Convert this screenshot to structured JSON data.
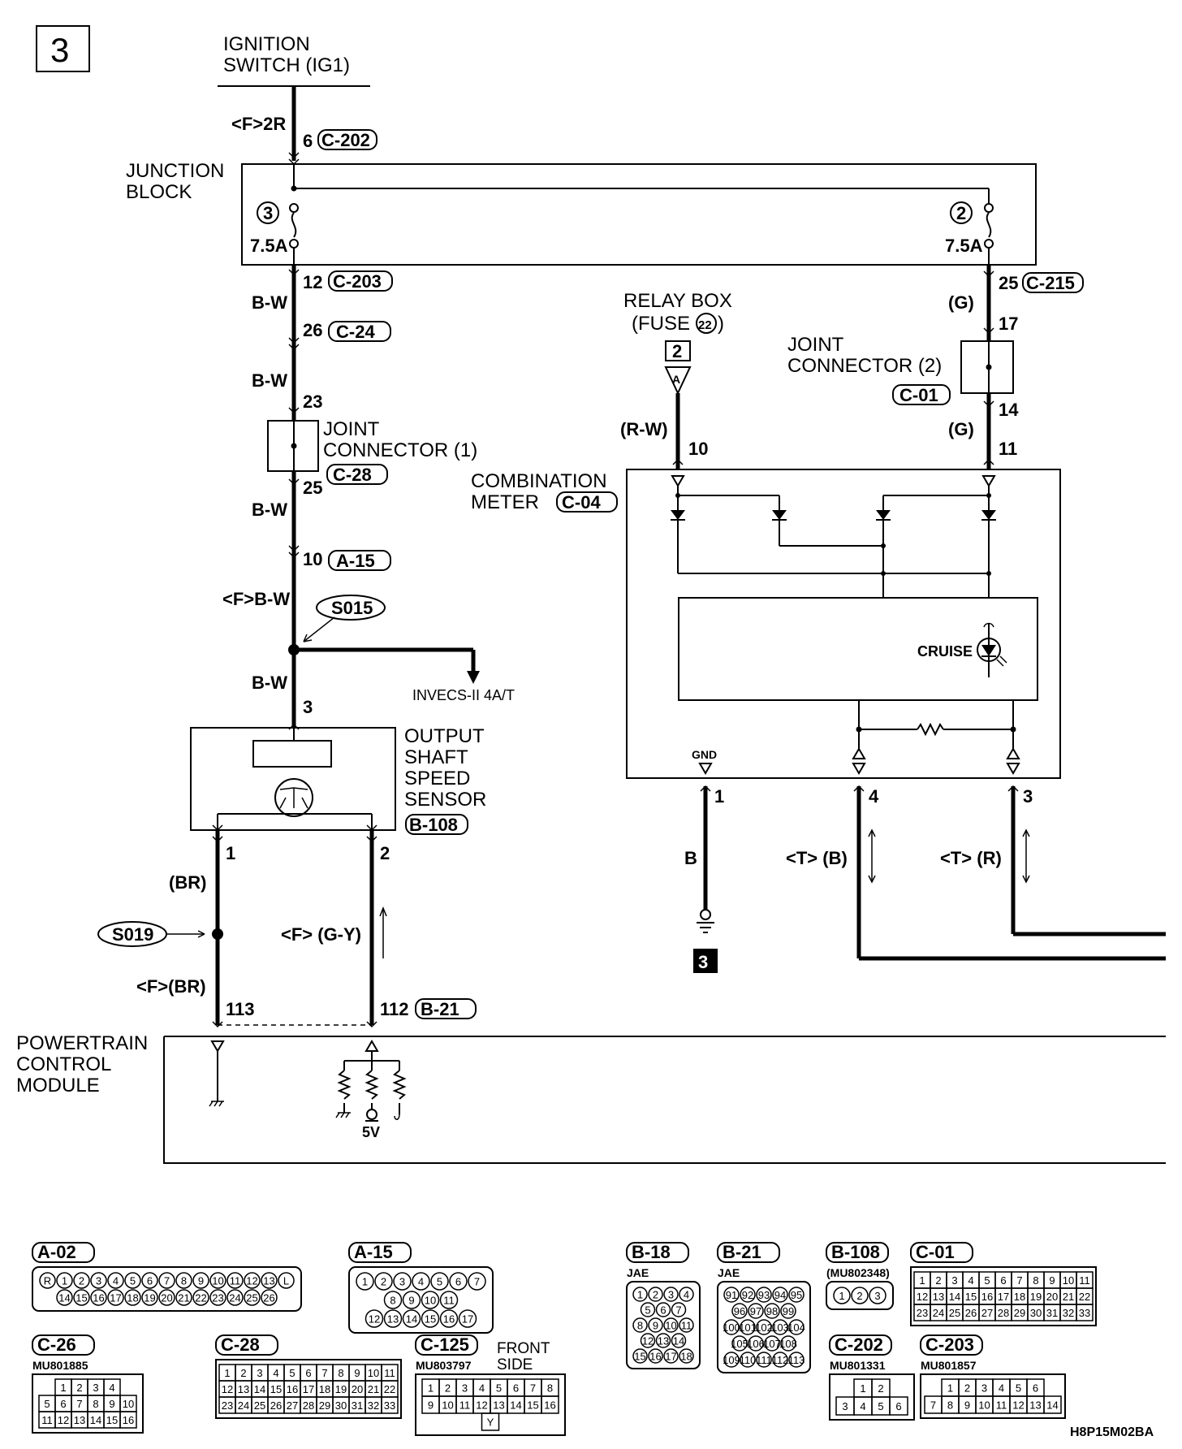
{
  "page": {
    "number": "3",
    "figure_id": "H8P15M02BA"
  },
  "ignition": {
    "line1": "IGNITION",
    "line2": "SWITCH (IG1)"
  },
  "junction_block": {
    "line1": "JUNCTION",
    "line2": "BLOCK",
    "in_wire": "<F>2R",
    "in_pin": "6",
    "in_conn": "C-202",
    "fuse_left_num": "3",
    "fuse_left_rating": "7.5A",
    "fuse_right_num": "2",
    "fuse_right_rating": "7.5A",
    "out_left_pin": "12",
    "out_left_conn": "C-203",
    "out_right_pin": "25",
    "out_right_conn": "C-215"
  },
  "left_circuit": {
    "wire_bw_1": "B-W",
    "c24_pin": "26",
    "c24_conn": "C-24",
    "wire_bw_2": "B-W",
    "jc1_in_pin": "23",
    "jc1_line1": "JOINT",
    "jc1_line2": "CONNECTOR (1)",
    "jc1_conn": "C-28",
    "jc1_out_pin": "25",
    "wire_bw_3": "B-W",
    "a15_pin": "10",
    "a15_conn": "A-15",
    "wire_fbw": "<F>B-W",
    "splice": "S015",
    "branch_label": "INVECS-II 4A/T",
    "wire_bw_4": "B-W",
    "sensor_pin": "3"
  },
  "sensor": {
    "line1": "OUTPUT",
    "line2": "SHAFT",
    "line3": "SPEED",
    "line4": "SENSOR",
    "conn": "B-108",
    "pin1": "1",
    "pin2": "2"
  },
  "sensor_outputs": {
    "wire_br": "(BR)",
    "splice": "S019",
    "wire_fbr": "<F>(BR)",
    "wire_fgy": "<F> (G-Y)",
    "pcm_pin_a": "113",
    "pcm_pin_b": "112",
    "pcm_conn": "B-21"
  },
  "pcm": {
    "line1": "POWERTRAIN",
    "line2": "CONTROL",
    "line3": "MODULE",
    "supply": "5V"
  },
  "relay_box": {
    "line1": "RELAY BOX",
    "line2": "(FUSE ",
    "fuse_num": "22",
    "line2_end": ")",
    "ref_num": "2",
    "ref_letter": "A",
    "wire": "(R-W)",
    "pin": "10"
  },
  "joint_connector_2": {
    "line1": "JOINT",
    "line2": "CONNECTOR (2)",
    "conn": "C-01",
    "in_wire": "(G)",
    "in_pin": "17",
    "out_pin": "14",
    "out_wire": "(G)",
    "meter_pin": "11"
  },
  "combination_meter": {
    "line1": "COMBINATION",
    "line2": "METER",
    "conn": "C-04",
    "indicator": "CRUISE",
    "gnd": "GND",
    "pin_gnd": "1",
    "pin_4": "4",
    "pin_3": "3",
    "wire_b": "B",
    "wire_tb": "<T> (B)",
    "wire_tr": "<T> (R)",
    "ground_ref": "3"
  },
  "connector_views": [
    {
      "id": "A-02",
      "tag": "",
      "rows": [
        [
          "R",
          "1",
          "2",
          "3",
          "4",
          "5",
          "6",
          "7",
          "8",
          "9",
          "10",
          "11",
          "12",
          "13",
          "L"
        ],
        [
          "14",
          "15",
          "16",
          "17",
          "18",
          "19",
          "20",
          "21",
          "22",
          "23",
          "24",
          "25",
          "26"
        ]
      ]
    },
    {
      "id": "A-15",
      "tag": "",
      "rows": [
        [
          "1",
          "2",
          "3",
          "4",
          "5",
          "6",
          "7"
        ],
        [
          "8",
          "9",
          "10",
          "11"
        ],
        [
          "12",
          "13",
          "14",
          "15",
          "16",
          "17"
        ]
      ]
    },
    {
      "id": "B-18",
      "tag": "JAE",
      "rows": [
        [
          "1",
          "2",
          "3",
          "4"
        ],
        [
          "5",
          "6",
          "7"
        ],
        [
          "8",
          "9",
          "10",
          "11"
        ],
        [
          "12",
          "13",
          "14"
        ],
        [
          "15",
          "16",
          "17",
          "18"
        ]
      ]
    },
    {
      "id": "B-21",
      "tag": "JAE",
      "rows": [
        [
          "91",
          "92",
          "93",
          "94",
          "95"
        ],
        [
          "96",
          "97",
          "98",
          "99"
        ],
        [
          "100",
          "101",
          "102",
          "103",
          "104"
        ],
        [
          "105",
          "106",
          "107",
          "108"
        ],
        [
          "109",
          "110",
          "111",
          "112",
          "113"
        ]
      ]
    },
    {
      "id": "B-108",
      "tag": "(MU802348)",
      "rows": [
        [
          "1",
          "2",
          "3"
        ]
      ]
    },
    {
      "id": "C-01",
      "tag": "",
      "rows": [
        [
          "1",
          "2",
          "3",
          "4",
          "5",
          "6",
          "7",
          "8",
          "9",
          "10",
          "11"
        ],
        [
          "12",
          "13",
          "14",
          "15",
          "16",
          "17",
          "18",
          "19",
          "20",
          "21",
          "22"
        ],
        [
          "23",
          "24",
          "25",
          "26",
          "27",
          "28",
          "29",
          "30",
          "31",
          "32",
          "33"
        ]
      ]
    },
    {
      "id": "C-26",
      "tag": "MU801885",
      "rows": [
        [
          "1",
          "2",
          "3",
          "4"
        ],
        [
          "5",
          "6",
          "7",
          "8",
          "9",
          "10"
        ],
        [
          "11",
          "12",
          "13",
          "14",
          "15",
          "16"
        ]
      ]
    },
    {
      "id": "C-28",
      "tag": "",
      "rows": [
        [
          "1",
          "2",
          "3",
          "4",
          "5",
          "6",
          "7",
          "8",
          "9",
          "10",
          "11"
        ],
        [
          "12",
          "13",
          "14",
          "15",
          "16",
          "17",
          "18",
          "19",
          "20",
          "21",
          "22"
        ],
        [
          "23",
          "24",
          "25",
          "26",
          "27",
          "28",
          "29",
          "30",
          "31",
          "32",
          "33"
        ]
      ]
    },
    {
      "id": "C-125",
      "tag": "MU803797",
      "note1": "FRONT",
      "note2": "SIDE",
      "rows": [
        [
          "1",
          "2",
          "3",
          "4",
          "5",
          "6",
          "7",
          "8"
        ],
        [
          "9",
          "10",
          "11",
          "12",
          "13",
          "14",
          "15",
          "16"
        ],
        [
          "Y"
        ]
      ]
    },
    {
      "id": "C-202",
      "tag": "MU801331",
      "rows": [
        [
          "1",
          "2"
        ],
        [
          "3",
          "4",
          "5",
          "6"
        ]
      ]
    },
    {
      "id": "C-203",
      "tag": "MU801857",
      "rows": [
        [
          "1",
          "2",
          "3",
          "4",
          "5",
          "6"
        ],
        [
          "7",
          "8",
          "9",
          "10",
          "11",
          "12",
          "13",
          "14"
        ]
      ]
    }
  ]
}
